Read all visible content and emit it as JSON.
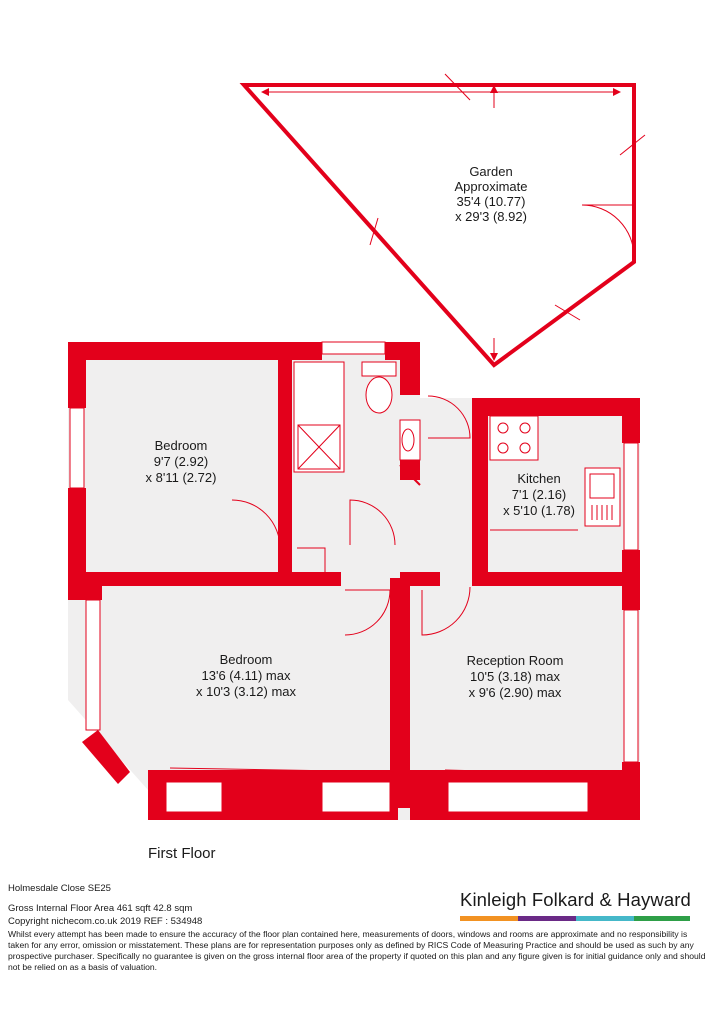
{
  "colors": {
    "wall": "#e3001b",
    "floor": "#f0efef",
    "brand_bars": [
      "#f29222",
      "#6a2a86",
      "#45b8c9",
      "#2e9f48"
    ]
  },
  "rooms": {
    "garden": {
      "name": "Garden",
      "line2": "Approximate",
      "dim1": "35'4 (10.77)",
      "dim2": "x 29'3 (8.92)"
    },
    "bedroom_1": {
      "name": "Bedroom",
      "dim1": "9'7 (2.92)",
      "dim2": "x 8'11 (2.72)"
    },
    "kitchen": {
      "name": "Kitchen",
      "dim1": "7'1 (2.16)",
      "dim2": "x 5'10 (1.78)"
    },
    "bedroom_2": {
      "name": "Bedroom",
      "dim1": "13'6 (4.11) max",
      "dim2": "x 10'3 (3.12) max"
    },
    "reception": {
      "name": "Reception Room",
      "dim1": "10'5 (3.18) max",
      "dim2": "x 9'6 (2.90) max"
    }
  },
  "floor_label": "First Floor",
  "property": {
    "address": "Holmesdale Close  SE25",
    "area": "Gross Internal Floor Area 461 sqft 42.8 sqm",
    "copyright": "Copyright nichecom.co.uk 2019 REF : 534948"
  },
  "disclaimer": "Whilst every attempt has been made to ensure the accuracy of the floor plan contained here, measurements of doors, windows and rooms are approximate and no responsibility is taken for any error, omission or misstatement. These plans are for representation purposes only as defined by RICS Code of Measuring Practice and should be used as such by any prospective purchaser.  Specifically no guarantee is given on the gross internal floor area of the property if quoted on this plan and any figure given is for initial guidance only and should not be relied on as a basis of valuation.",
  "brand": {
    "name": "Kinleigh Folkard & Hayward"
  }
}
